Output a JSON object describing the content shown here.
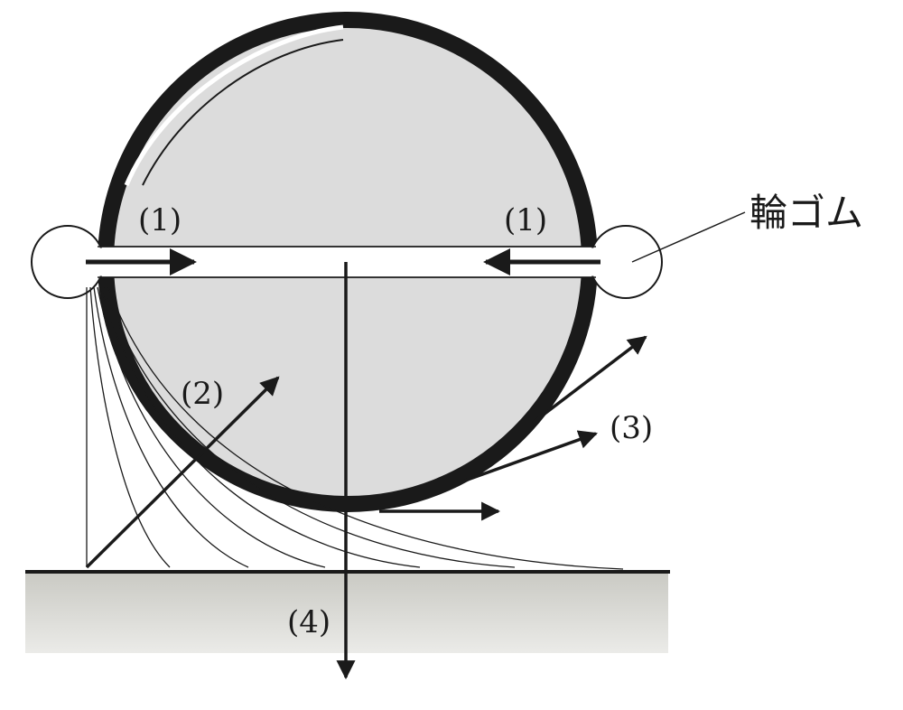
{
  "labels": {
    "force_1_left": "(1)",
    "force_1_right": "(1)",
    "force_2": "(2)",
    "force_3": "(3)",
    "force_4": "(4)",
    "rubber_band": "輪ゴム"
  },
  "colors": {
    "ink": "#1a1a1a",
    "disc_fill": "#dcdcdc",
    "ground_fill": "#cfcfc9",
    "paper": "#ffffff"
  }
}
